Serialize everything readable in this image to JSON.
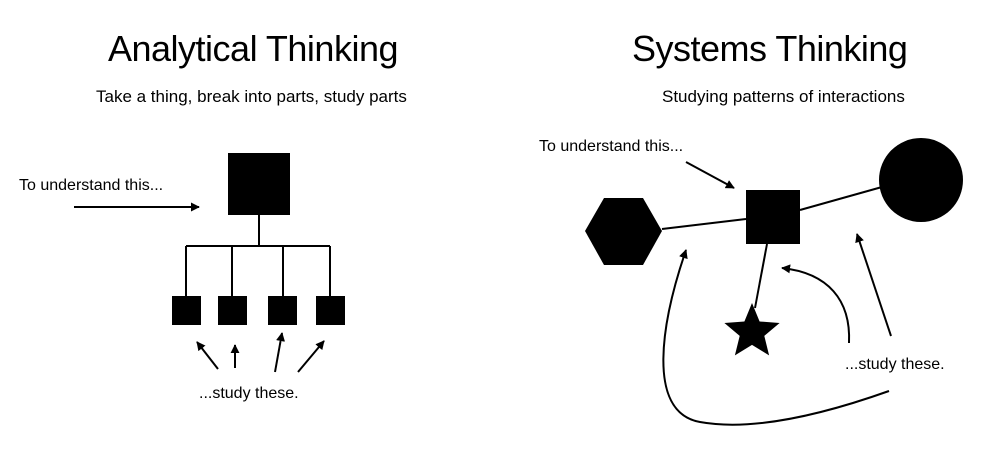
{
  "left": {
    "title": "Analytical Thinking",
    "subtitle": "Take a thing, break into parts, study parts",
    "target_label": "To understand this...",
    "parts_label": "...study these."
  },
  "right": {
    "title": "Systems Thinking",
    "subtitle": "Studying patterns of interactions",
    "target_label": "To understand this...",
    "parts_label": "...study these."
  },
  "colors": {
    "ink": "#000000",
    "background": "#ffffff"
  }
}
